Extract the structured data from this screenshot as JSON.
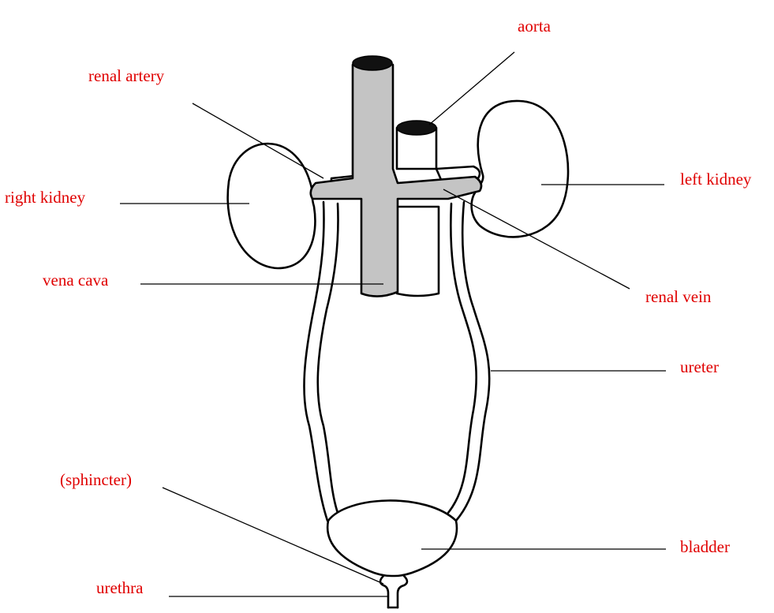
{
  "colors": {
    "label": "#e00000",
    "line": "#000000",
    "vena_cava_fill": "#c4c4c4",
    "background": "#ffffff"
  },
  "labels": {
    "aorta": "aorta",
    "renal_artery": "renal artery",
    "right_kidney": "right kidney",
    "left_kidney": "left kidney",
    "vena_cava": "vena cava",
    "renal_vein": "renal vein",
    "ureter": "ureter",
    "sphincter": "(sphincter)",
    "bladder": "bladder",
    "urethra": "urethra"
  }
}
